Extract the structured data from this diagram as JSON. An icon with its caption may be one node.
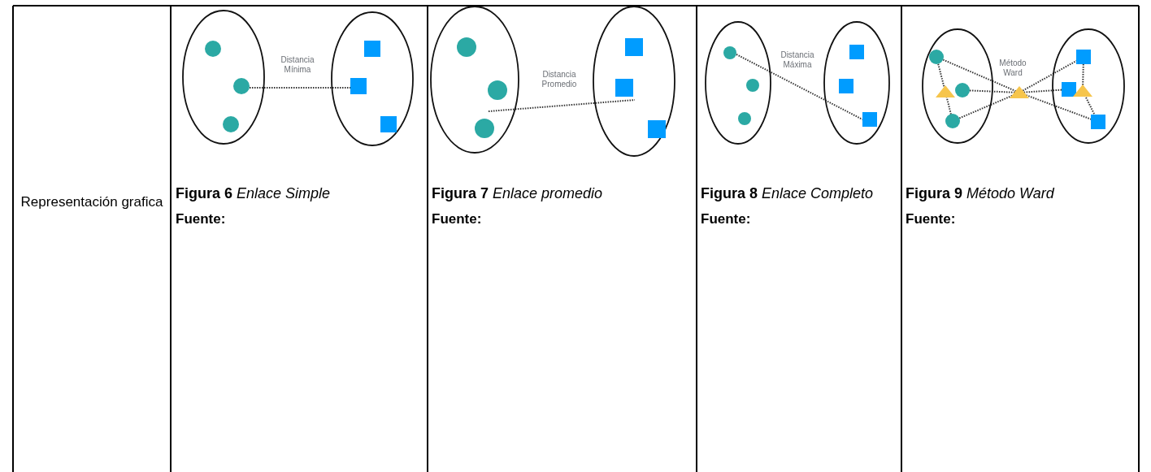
{
  "diagram": {
    "labels": [
      "Representación grafica",
      "Distancia Mínima",
      "**Figura 6** *Enlace Simple*",
      "Fuente:",
      "Distancia Promedio",
      "**Figura 7** *Enlace promedio*",
      "Fuente:",
      "Distancia Máxima",
      "**Figura 8** *Enlace Completo*",
      "Fuente:",
      "Método Ward",
      "**Figura 9** *Método Ward*",
      "Fuente:"
    ]
  }
}
